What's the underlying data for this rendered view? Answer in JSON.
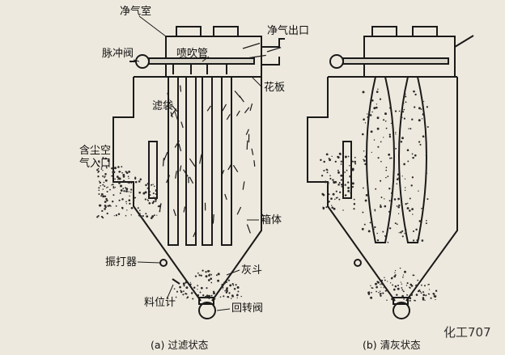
{
  "labels": {
    "clean_chamber": "净气室",
    "clean_gas_outlet": "净气出口",
    "pulse_valve": "脉冲阀",
    "blow_pipe": "喷吹管",
    "tube_sheet": "花板",
    "filter_bag": "滤袋",
    "dusty_air_inlet_1": "含尘空",
    "dusty_air_inlet_2": "气入口",
    "housing": "箱体",
    "rapper": "振打器",
    "ash_hopper": "灰斗",
    "level_meter": "料位计",
    "rotary_valve": "回转阀"
  },
  "captions": {
    "left": "(a) 过滤状态",
    "right": "(b) 清灰状态"
  },
  "watermark": "化工707",
  "colors": {
    "line": "#1a1a1a",
    "paper": "#eee9de",
    "dust": "#2a2a2a"
  }
}
